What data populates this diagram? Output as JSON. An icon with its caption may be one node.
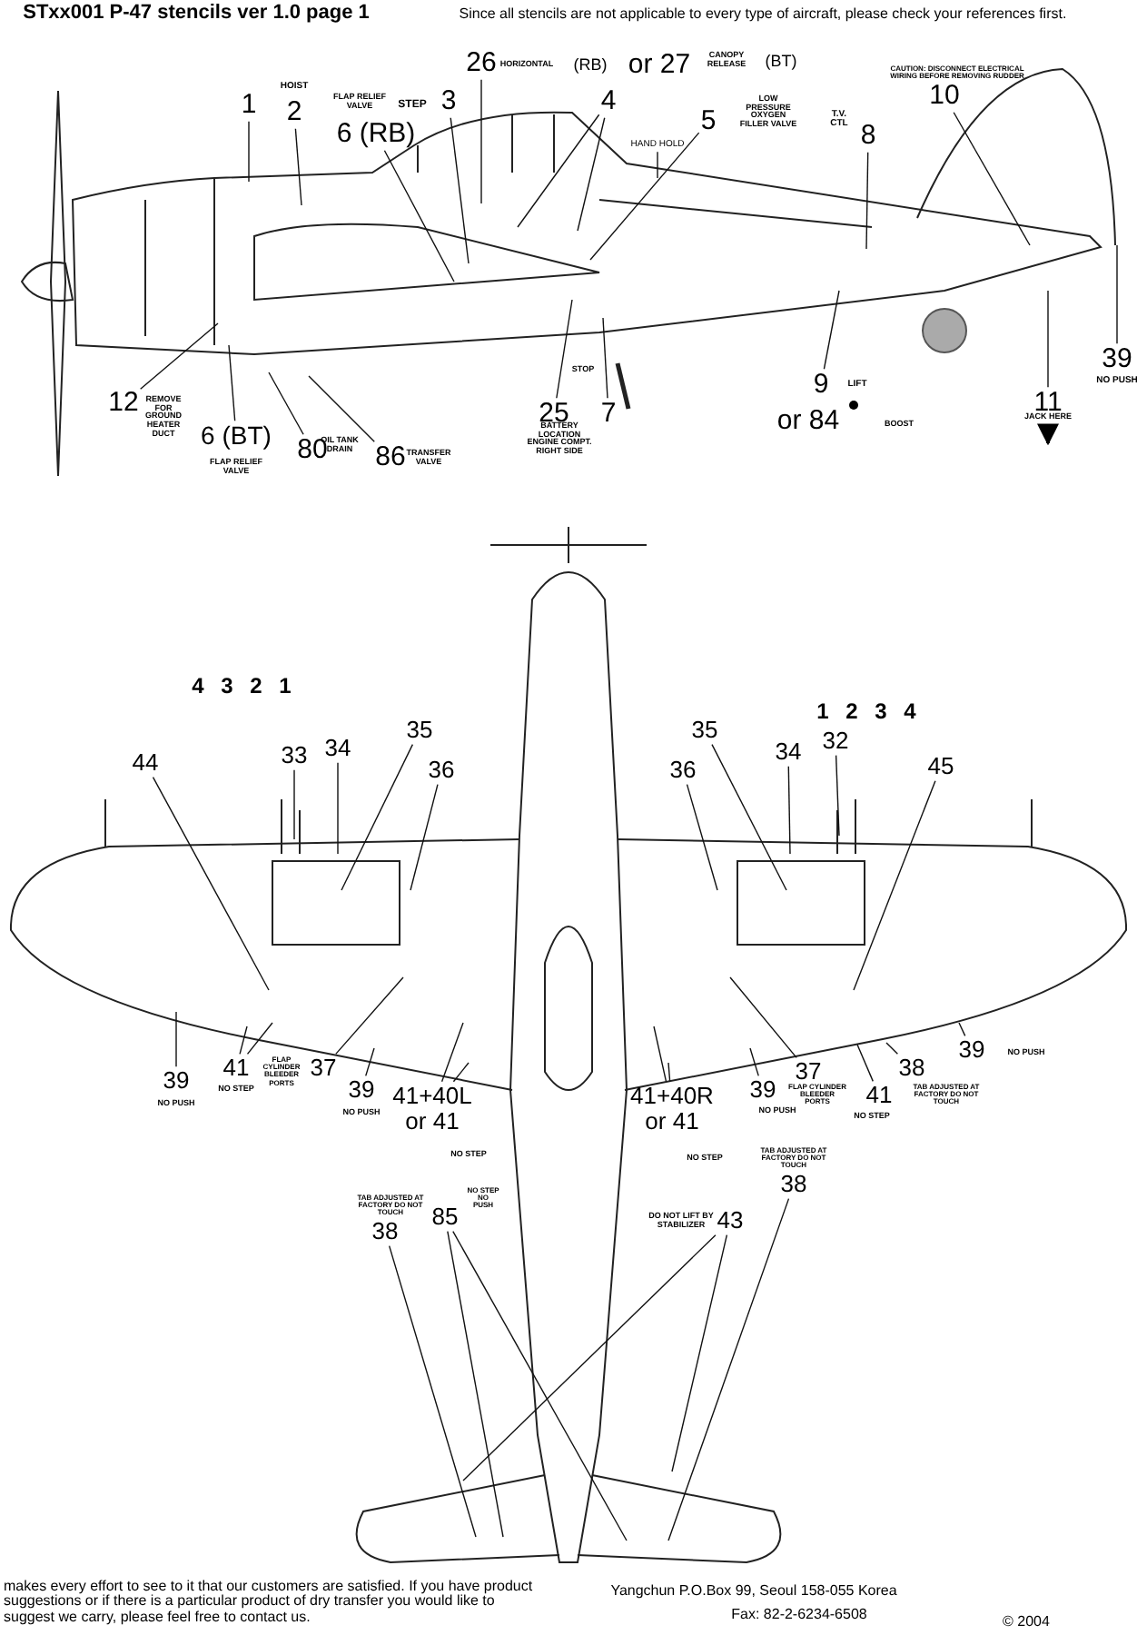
{
  "diagram": {
    "title": "STxx001 P-47 stencils ver 1.0 page 1",
    "nodes": [
      {
        "text": [
          "1"
        ]
      },
      {
        "text": [
          "2"
        ]
      },
      {
        "text": [
          "3"
        ]
      },
      {
        "text": [
          "26"
        ]
      },
      {
        "text": [
          "4"
        ]
      },
      {
        "text": [
          "5"
        ]
      },
      {
        "text": [
          "8"
        ]
      },
      {
        "text": [
          "10"
        ]
      },
      {
        "text": [
          "6 (RB)"
        ]
      },
      {
        "text": [
          "12"
        ]
      },
      {
        "text": [
          "6 (BT)"
        ]
      },
      {
        "text": [
          "80"
        ]
      },
      {
        "text": [
          "86"
        ]
      },
      {
        "text": [
          "25"
        ]
      },
      {
        "text": [
          "7"
        ]
      },
      {
        "text": [
          "9"
        ]
      },
      {
        "text": [
          "11"
        ]
      },
      {
        "text": [
          "39"
        ]
      },
      {
        "text": [
          "HAND HOLD"
        ]
      },
      {
        "text": [
          "44"
        ]
      },
      {
        "text": [
          "33"
        ]
      },
      {
        "text": [
          "34"
        ]
      },
      {
        "text": [
          "35"
        ]
      },
      {
        "text": [
          "36"
        ]
      },
      {
        "text": [
          "39"
        ]
      },
      {
        "text": [
          "41"
        ]
      },
      {
        "text": [
          "37"
        ]
      },
      {
        "text": [
          "39"
        ]
      },
      {
        "text": [
          "41+40L or 41"
        ]
      },
      {
        "text": [
          "35"
        ]
      },
      {
        "text": [
          "34"
        ]
      },
      {
        "text": [
          "32"
        ]
      },
      {
        "text": [
          "36"
        ]
      },
      {
        "text": [
          "45"
        ]
      },
      {
        "text": [
          "39"
        ]
      },
      {
        "text": [
          "37"
        ]
      },
      {
        "text": [
          "39"
        ]
      },
      {
        "text": [
          "41"
        ]
      },
      {
        "text": [
          "38"
        ]
      },
      {
        "text": [
          "41+40R or 41"
        ]
      },
      {
        "text": [
          "38"
        ]
      },
      {
        "text": [
          "85"
        ]
      },
      {
        "text": [
          "43"
        ]
      },
      {
        "text": [
          "38"
        ]
      }
    ],
    "edges": [
      {
        "from": 0,
        "to": null,
        "arrow": "none"
      },
      {
        "from": 1,
        "to": null,
        "arrow": "none"
      },
      {
        "from": 2,
        "to": null,
        "arrow": "none"
      },
      {
        "from": 3,
        "to": null,
        "arrow": "none"
      },
      {
        "from": 4,
        "to": null,
        "arrow": "none"
      },
      {
        "from": 4,
        "to": null,
        "arrow": "none"
      },
      {
        "from": 5,
        "to": null,
        "arrow": "none"
      },
      {
        "from": 6,
        "to": null,
        "arrow": "none"
      },
      {
        "from": 7,
        "to": null,
        "arrow": "none"
      },
      {
        "from": 8,
        "to": null,
        "arrow": "none"
      },
      {
        "from": 9,
        "to": null,
        "arrow": "none"
      },
      {
        "from": 10,
        "to": null,
        "arrow": "none"
      },
      {
        "from": 11,
        "to": null,
        "arrow": "none"
      },
      {
        "from": 12,
        "to": null,
        "arrow": "none"
      },
      {
        "from": 13,
        "to": null,
        "arrow": "none"
      },
      {
        "from": 14,
        "to": null,
        "arrow": "none"
      },
      {
        "from": 15,
        "to": null,
        "arrow": "none"
      },
      {
        "from": 16,
        "to": null,
        "arrow": "none"
      },
      {
        "from": 17,
        "to": null,
        "arrow": "none"
      },
      {
        "from": 18,
        "to": null,
        "arrow": "none"
      },
      {
        "from": 19,
        "to": null,
        "arrow": "none"
      },
      {
        "from": 20,
        "to": null,
        "arrow": "none"
      },
      {
        "from": 21,
        "to": null,
        "arrow": "none"
      },
      {
        "from": 22,
        "to": null,
        "arrow": "none"
      },
      {
        "from": 23,
        "to": null,
        "arrow": "none"
      },
      {
        "from": 24,
        "to": null,
        "arrow": "none"
      },
      {
        "from": 25,
        "to": null,
        "arrow": "none"
      },
      {
        "from": 25,
        "to": null,
        "arrow": "none"
      },
      {
        "from": 26,
        "to": null,
        "arrow": "none"
      },
      {
        "from": 27,
        "to": null,
        "arrow": "none"
      },
      {
        "from": 28,
        "to": null,
        "arrow": "none"
      },
      {
        "from": 28,
        "to": null,
        "arrow": "none"
      },
      {
        "from": 29,
        "to": null,
        "arrow": "none"
      },
      {
        "from": 30,
        "to": null,
        "arrow": "none"
      },
      {
        "from": 31,
        "to": null,
        "arrow": "none"
      },
      {
        "from": 32,
        "to": null,
        "arrow": "none"
      },
      {
        "from": 33,
        "to": null,
        "arrow": "none"
      },
      {
        "from": 34,
        "to": null,
        "arrow": "none"
      },
      {
        "from": 35,
        "to": null,
        "arrow": "none"
      },
      {
        "from": 36,
        "to": null,
        "arrow": "none"
      },
      {
        "from": 37,
        "to": null,
        "arrow": "none"
      },
      {
        "from": 38,
        "to": null,
        "arrow": "none"
      },
      {
        "from": 39,
        "to": null,
        "arrow": "none"
      },
      {
        "from": 39,
        "to": null,
        "arrow": "none"
      },
      {
        "from": 40,
        "to": null,
        "arrow": "none"
      },
      {
        "from": 41,
        "to": null,
        "arrow": "none"
      },
      {
        "from": 41,
        "to": null,
        "arrow": "none"
      },
      {
        "from": 42,
        "to": null,
        "arrow": "none"
      },
      {
        "from": 42,
        "to": null,
        "arrow": "none"
      },
      {
        "from": 43,
        "to": null,
        "arrow": "none"
      }
    ],
    "labels": [
      "Since all stencils are not applicable to every type of aircraft, please check your references first.",
      "HOIST",
      "STEP",
      "FLAP RELIEF VALVE",
      "HORIZONTAL",
      "(RB)",
      "or 27",
      "CANOPY RELEASE",
      "(BT)",
      "CAUTION: DISCONNECT ELECTRICAL WIRING BEFORE REMOVING RUDDER",
      "LOW PRESSURE OXYGEN FILLER VALVE",
      "T.V. CTL",
      "REMOVE FOR GROUND HEATER DUCT",
      "FLAP RELIEF VALVE",
      "OIL TANK DRAIN",
      "TRANSFER VALVE",
      "BATTERY LOCATION ENGINE COMPT. RIGHT SIDE",
      "STOP",
      "LIFT",
      "or 84",
      "BOOST",
      "JACK HERE",
      "NO PUSH",
      "4 3 2 1",
      "1 2 3 4",
      "NO PUSH",
      "NO STEP",
      "FLAP CYLINDER BLEEDER PORTS",
      "NO PUSH",
      "NO STEP",
      "FLAP CYLINDER BLEEDER PORTS",
      "NO PUSH",
      "NO STEP",
      "TAB ADJUSTED AT FACTORY DO NOT TOUCH",
      "NO PUSH",
      "NO STEP",
      "TAB ADJUSTED AT FACTORY DO NOT TOUCH",
      "NO STEP NO PUSH",
      "DO NOT LIFT BY STABILIZER",
      "TAB ADJUSTED AT FACTORY DO NOT TOUCH",
      "makes every effort to see to it that our customers are satisfied. If you have product suggestions or if there is a particular product of dry transfer you would like to suggest we carry, please feel free to contact us.",
      "Yangchun P.O.Box 99, Seoul 158-055 Korea",
      "Fax: 82-2-6234-6508",
      "© 2004"
    ]
  }
}
